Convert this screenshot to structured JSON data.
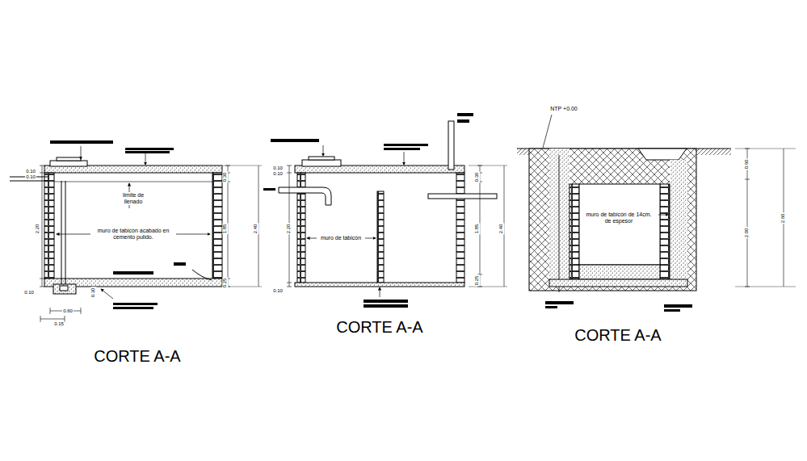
{
  "diagram": {
    "labels": [
      "0.10",
      "0.10",
      "limite de llenado",
      "muro de tabicón acabado en cemento pulido.",
      "2.20",
      "0.30",
      "1.85",
      "0.25",
      "2.40",
      "0.10",
      "0.30",
      "0.60",
      "0.15",
      "CORTE A-A",
      "0.10",
      "0.10",
      "muro de tabicón",
      "2.20",
      "0.30",
      "1.85",
      "0.25",
      "2.40",
      "0.10",
      "CORTE A-A",
      "NTP +0.00",
      "muro de tabicón de 14cm. de espesor",
      "0.60",
      "2.00",
      "2.60",
      "CORTE A-A"
    ]
  }
}
